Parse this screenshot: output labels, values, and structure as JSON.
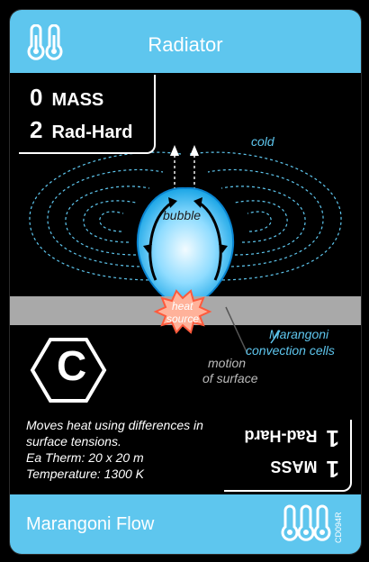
{
  "card": {
    "title": "Radiator",
    "footer_title": "Marangoni Flow",
    "card_id": "CD094R",
    "stats": {
      "mass_value": "0",
      "mass_label": "MASS",
      "radhard_value": "2",
      "radhard_label": "Rad-Hard"
    },
    "flipped_stats": {
      "mass_value": "1",
      "mass_label": "MASS",
      "radhard_value": "1",
      "radhard_label": "Rad-Hard"
    },
    "type_letter": "C",
    "description": {
      "line1": "Moves heat using differences in",
      "line2": "surface tensions.",
      "line3": "Ea Therm: 20 x 20 m",
      "line4": "Temperature: 1300 K"
    },
    "diagram_labels": {
      "cold": "cold",
      "bubble": "bubble",
      "heat": "heat",
      "source": "source",
      "marangoni1": "Marangoni",
      "marangoni2": "convection cells",
      "motion": "motion",
      "surface": "of surface"
    },
    "colors": {
      "accent": "#5ec6ee",
      "bubble": "#6fd0ff",
      "heat_source": "#ff8c6e",
      "plate": "#a9a9a9"
    },
    "icons": {
      "header": "thermometers-icon",
      "footer": "triple-thermometer-icon",
      "type": "hexagon-c-icon"
    }
  }
}
